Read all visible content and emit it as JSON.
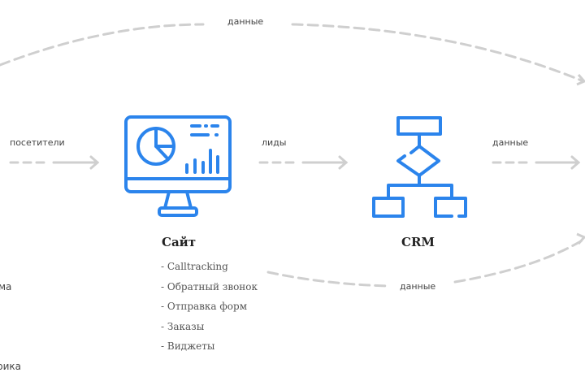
{
  "colors": {
    "icon": "#2b84ec",
    "connector": "#cccccc",
    "text": "#444444"
  },
  "labels": {
    "top_data": "данные",
    "visitors": "посетители",
    "leads": "лиды",
    "right_data": "данные",
    "bottom_data": "данные"
  },
  "nodes": {
    "site": {
      "icon": "monitor-analytics-icon",
      "title": "Сайт",
      "features": [
        "- Calltracking",
        "- Обратный звонок",
        "- Отправка форм",
        "- Заказы",
        "- Виджеты"
      ]
    },
    "crm": {
      "icon": "flowchart-icon",
      "title": "CRM"
    }
  },
  "left_partial": [
    "ма",
    "рика"
  ]
}
